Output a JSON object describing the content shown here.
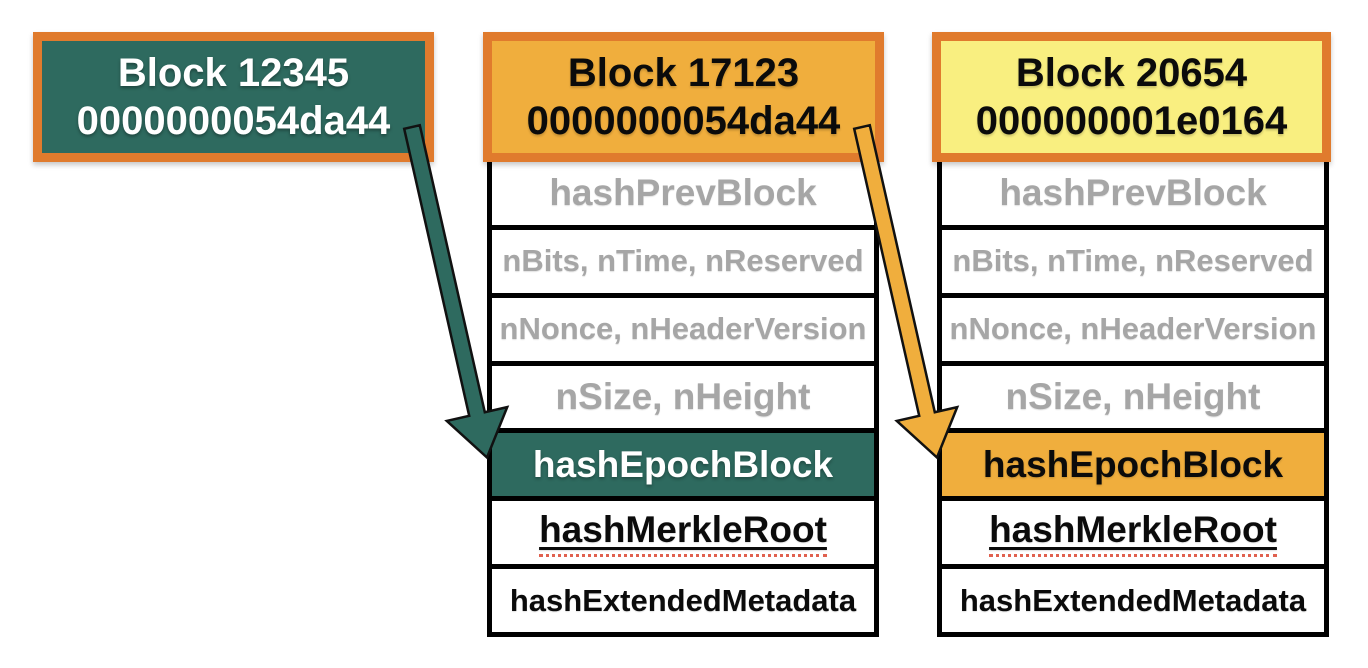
{
  "colors": {
    "border_orange": "#E07B2D",
    "teal": "#2E6A5F",
    "orange": "#F0AE3D",
    "yellow": "#F9EF80",
    "gray_text": "#A6A6A6",
    "text_black": "#0B0B0B",
    "squiggle_red": "#E0614F"
  },
  "blocks": [
    {
      "id": "block-12345",
      "title_line1": "Block 12345",
      "title_line2": "0000000054da44",
      "header_style": "teal",
      "rows": []
    },
    {
      "id": "block-17123",
      "title_line1": "Block 17123",
      "title_line2": "0000000054da44",
      "header_style": "orange",
      "rows": [
        {
          "label": "hashPrevBlock",
          "variant": "muted"
        },
        {
          "label": "nBits, nTime, nReserved",
          "variant": "muted"
        },
        {
          "label": "nNonce, nHeaderVersion",
          "variant": "muted"
        },
        {
          "label": "nSize, nHeight",
          "variant": "muted"
        },
        {
          "label": "hashEpochBlock",
          "variant": "highlight-teal"
        },
        {
          "label": "hashMerkleRoot",
          "variant": "plain",
          "underline": true
        },
        {
          "label": "hashExtendedMetadata",
          "variant": "plain"
        }
      ]
    },
    {
      "id": "block-20654",
      "title_line1": "Block 20654",
      "title_line2": "000000001e0164",
      "header_style": "yellow",
      "rows": [
        {
          "label": "hashPrevBlock",
          "variant": "muted"
        },
        {
          "label": "nBits, nTime, nReserved",
          "variant": "muted"
        },
        {
          "label": "nNonce, nHeaderVersion",
          "variant": "muted"
        },
        {
          "label": "nSize, nHeight",
          "variant": "muted"
        },
        {
          "label": "hashEpochBlock",
          "variant": "highlight-orange"
        },
        {
          "label": "hashMerkleRoot",
          "variant": "plain",
          "underline": true
        },
        {
          "label": "hashExtendedMetadata",
          "variant": "plain"
        }
      ]
    }
  ],
  "arrows": [
    {
      "name": "epoch-arrow-teal",
      "color": "#2E6A5F"
    },
    {
      "name": "epoch-arrow-orange",
      "color": "#F0AE3D"
    }
  ]
}
